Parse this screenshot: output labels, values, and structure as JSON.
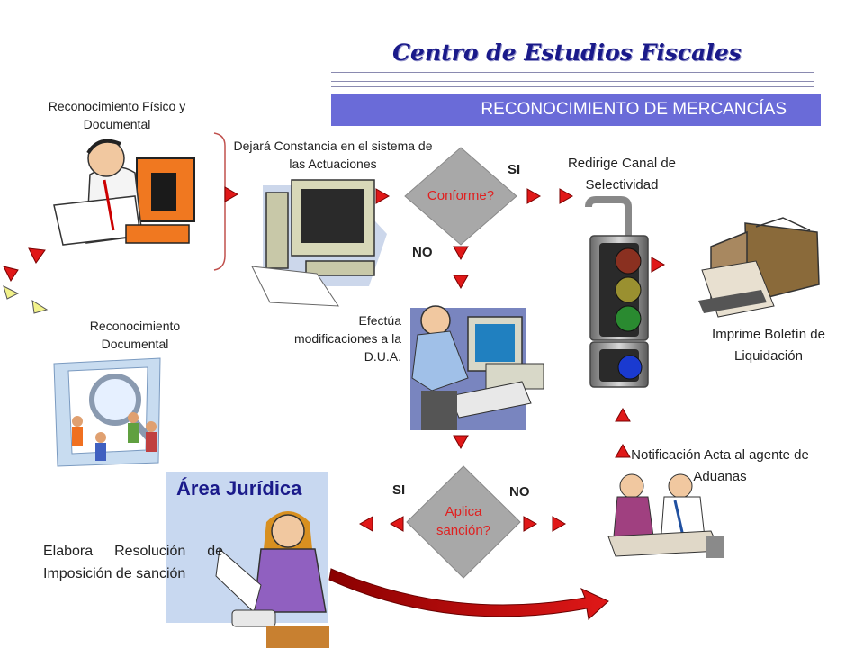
{
  "header": {
    "title": "Centro de Estudios Fiscales",
    "banner": "RECONOCIMIENTO DE MERCANCÍAS"
  },
  "labels": {
    "reconocimiento_fisico": "Reconocimiento Físico y Documental",
    "reconocimiento_documental": "Reconocimiento Documental",
    "dejara_constancia": "Dejará Constancia en el sistema de las Actuaciones",
    "redirige_canal": "Redirige Canal de Selectividad",
    "imprime_boletin": "Imprime Boletín de Liquidación",
    "efectua_modificaciones": "Efectúa modificaciones a la D.U.A.",
    "notificacion_acta": "Notificación Acta al agente de Aduanas",
    "area_juridica": "Área Jurídica",
    "elabora_resolucion": "Elabora Resolución de Imposición de sanción"
  },
  "decisions": {
    "conforme": "Conforme?",
    "aplica_sancion": "Aplica sanción?"
  },
  "answers": {
    "conforme_si": "SI",
    "conforme_no": "NO",
    "sancion_si": "SI",
    "sancion_no": "NO"
  },
  "colors": {
    "banner": "#6a6bd8",
    "title": "#1a1a8a",
    "arrow": "#e01818",
    "diamond": "#a8a8a8",
    "decision_text": "#e02020"
  },
  "icons": [
    "clerk-reading-icon",
    "computer-icon",
    "document-magnifier-icon",
    "engineer-at-computer-icon",
    "traffic-light-icon",
    "printer-icon",
    "meeting-icon",
    "woman-at-desk-icon"
  ]
}
